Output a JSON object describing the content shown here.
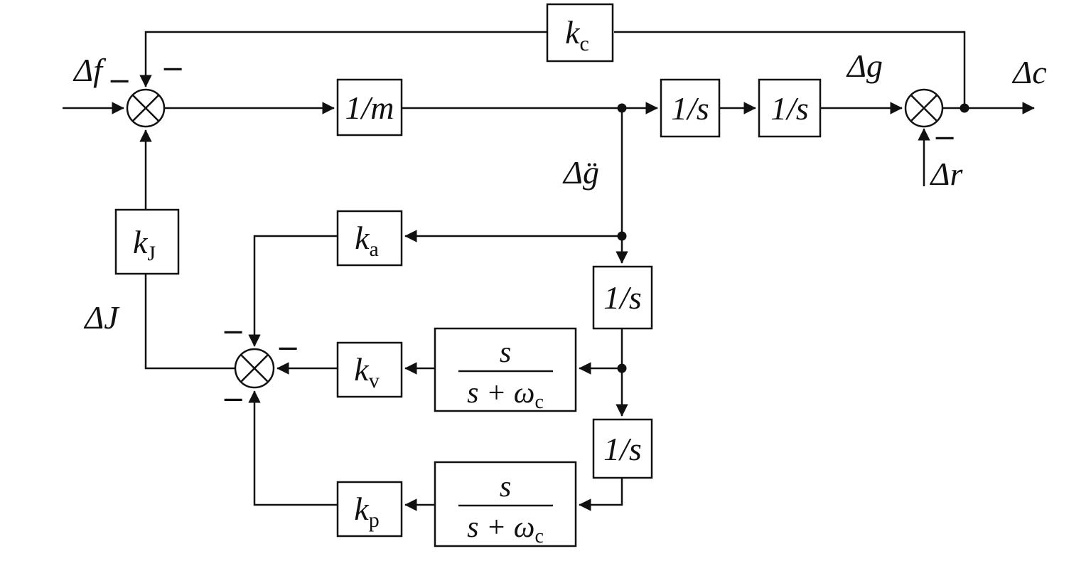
{
  "colors": {
    "line": "#111111",
    "background": "#ffffff"
  },
  "diagram": {
    "signals": {
      "input": "Δf",
      "output": "Δc",
      "reference": "Δr",
      "gravity": "Δg",
      "g_ddot": "Δg̈",
      "j": "ΔJ"
    },
    "gains": {
      "kc": {
        "base": "k",
        "sub": "c"
      },
      "kj": {
        "base": "k",
        "sub": "J"
      },
      "ka": {
        "base": "k",
        "sub": "a"
      },
      "kv": {
        "base": "k",
        "sub": "v"
      },
      "kp": {
        "base": "k",
        "sub": "p"
      }
    },
    "blocks": {
      "inv_m": "1/m",
      "inv_s": "1/s",
      "highpass": {
        "num": "s",
        "den": "s + ω",
        "den_sub": "c"
      }
    },
    "signs": {
      "minus": "−"
    }
  }
}
